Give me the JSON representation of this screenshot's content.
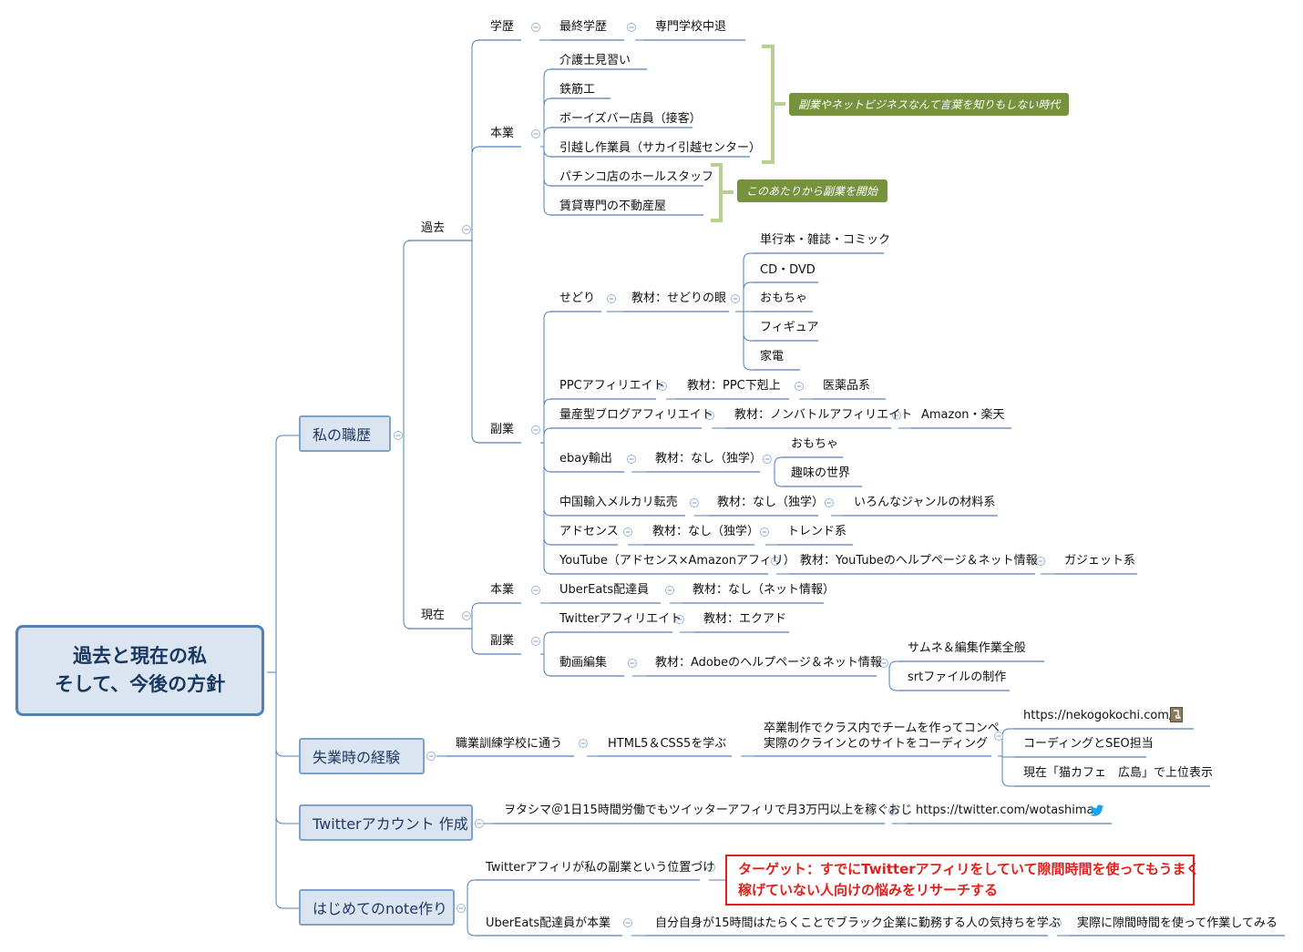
{
  "root": {
    "line1": "過去と現在の私",
    "line2": "そして、今後の方針"
  },
  "main": {
    "career": "私の職歴",
    "unemployment": "失業時の経験",
    "twitter": "Twitterアカウント 作成",
    "note": "はじめてのnote作り"
  },
  "career": {
    "past": "過去",
    "present": "現在",
    "education": {
      "label": "学歴",
      "final": "最終学歴",
      "value": "専門学校中退"
    },
    "past_main": {
      "label": "本業",
      "jobs": [
        "介護士見習い",
        "鉄筋工",
        "ボーイズバー店員（接客）",
        "引越し作業員（サカイ引越センター）",
        "パチンコ店のホールスタッフ",
        "賃貸専門の不動産屋"
      ]
    },
    "callout1": "副業やネットビジネスなんて言葉を知りもしない時代",
    "callout2": "このあたりから副業を開始",
    "past_side": {
      "label": "副業",
      "sedori": {
        "label": "せどり",
        "material": "教材：せどりの眼",
        "items": [
          "単行本・雑誌・コミック",
          "CD・DVD",
          "おもちゃ",
          "フィギュア",
          "家電"
        ]
      },
      "ppc": {
        "label": "PPCアフィリエイト",
        "material": "教材：PPC下剋上",
        "genre": "医薬品系"
      },
      "blog": {
        "label": "量産型ブログアフィリエイト",
        "material": "教材：ノンバトルアフィリエイト",
        "genre": "Amazon・楽天"
      },
      "ebay": {
        "label": "ebay輸出",
        "material": "教材：なし（独学）",
        "items": [
          "おもちゃ",
          "趣味の世界"
        ]
      },
      "mercari": {
        "label": "中国輸入メルカリ転売",
        "material": "教材：なし（独学）",
        "genre": "いろんなジャンルの材料系"
      },
      "adsense": {
        "label": "アドセンス",
        "material": "教材：なし（独学）",
        "genre": "トレンド系"
      },
      "youtube": {
        "label": "YouTube（アドセンス×Amazonアフィリ）",
        "material": "教材：YouTubeのヘルプページ＆ネット情報",
        "genre": "ガジェット系"
      }
    },
    "present_main": {
      "label": "本業",
      "job": "UberEats配達員",
      "material": "教材：なし（ネット情報）"
    },
    "present_side": {
      "label": "副業",
      "twitter": {
        "label": "Twitterアフィリエイト",
        "material": "教材：エクアド"
      },
      "video": {
        "label": "動画編集",
        "material": "教材：Adobeのヘルプページ＆ネット情報",
        "items": [
          "サムネ＆編集作業全般",
          "srtファイルの制作"
        ]
      }
    }
  },
  "unemployment": {
    "school": "職業訓練学校に通う",
    "learn": "HTML5＆CSS5を学ぶ",
    "project_line1": "卒業制作でクラス内でチームを作ってコンペ",
    "project_line2": "実際のクラインとのサイトをコーディング",
    "url": "https://nekogokochi.com/",
    "role": "コーディングとSEO担当",
    "result": "現在「猫カフェ　広島」で上位表示"
  },
  "twitter": {
    "account": "ヲタシマ＠1日15時間労働でもツイッターアフィリで月3万円以上を稼ぐおじ",
    "url": "https://twitter.com/wotashima"
  },
  "note": {
    "position": "Twitterアフィリが私の副業という位置づけ",
    "target_line1": "ターゲット：すでにTwitterアフィリをしていて隙間時間を使ってもうまく",
    "target_line2": "稼げていない人向けの悩みをリサーチする",
    "uber": "UberEats配達員が本業",
    "learn": "自分自身が15時間はたらくことでブラック企業に勤務する人の気持ちを学ぶ",
    "try": "実際に隙間時間を使って作業してみる"
  },
  "colors": {
    "connector": "#4f81bd",
    "root_border": "#4f81bd",
    "root_fill": "#dbe5f1",
    "callout_fill": "#76923c",
    "bracket": "#b7d08f",
    "target_red": "#e0201b"
  },
  "icons": [
    "link-icon",
    "twitter-bird-icon"
  ]
}
